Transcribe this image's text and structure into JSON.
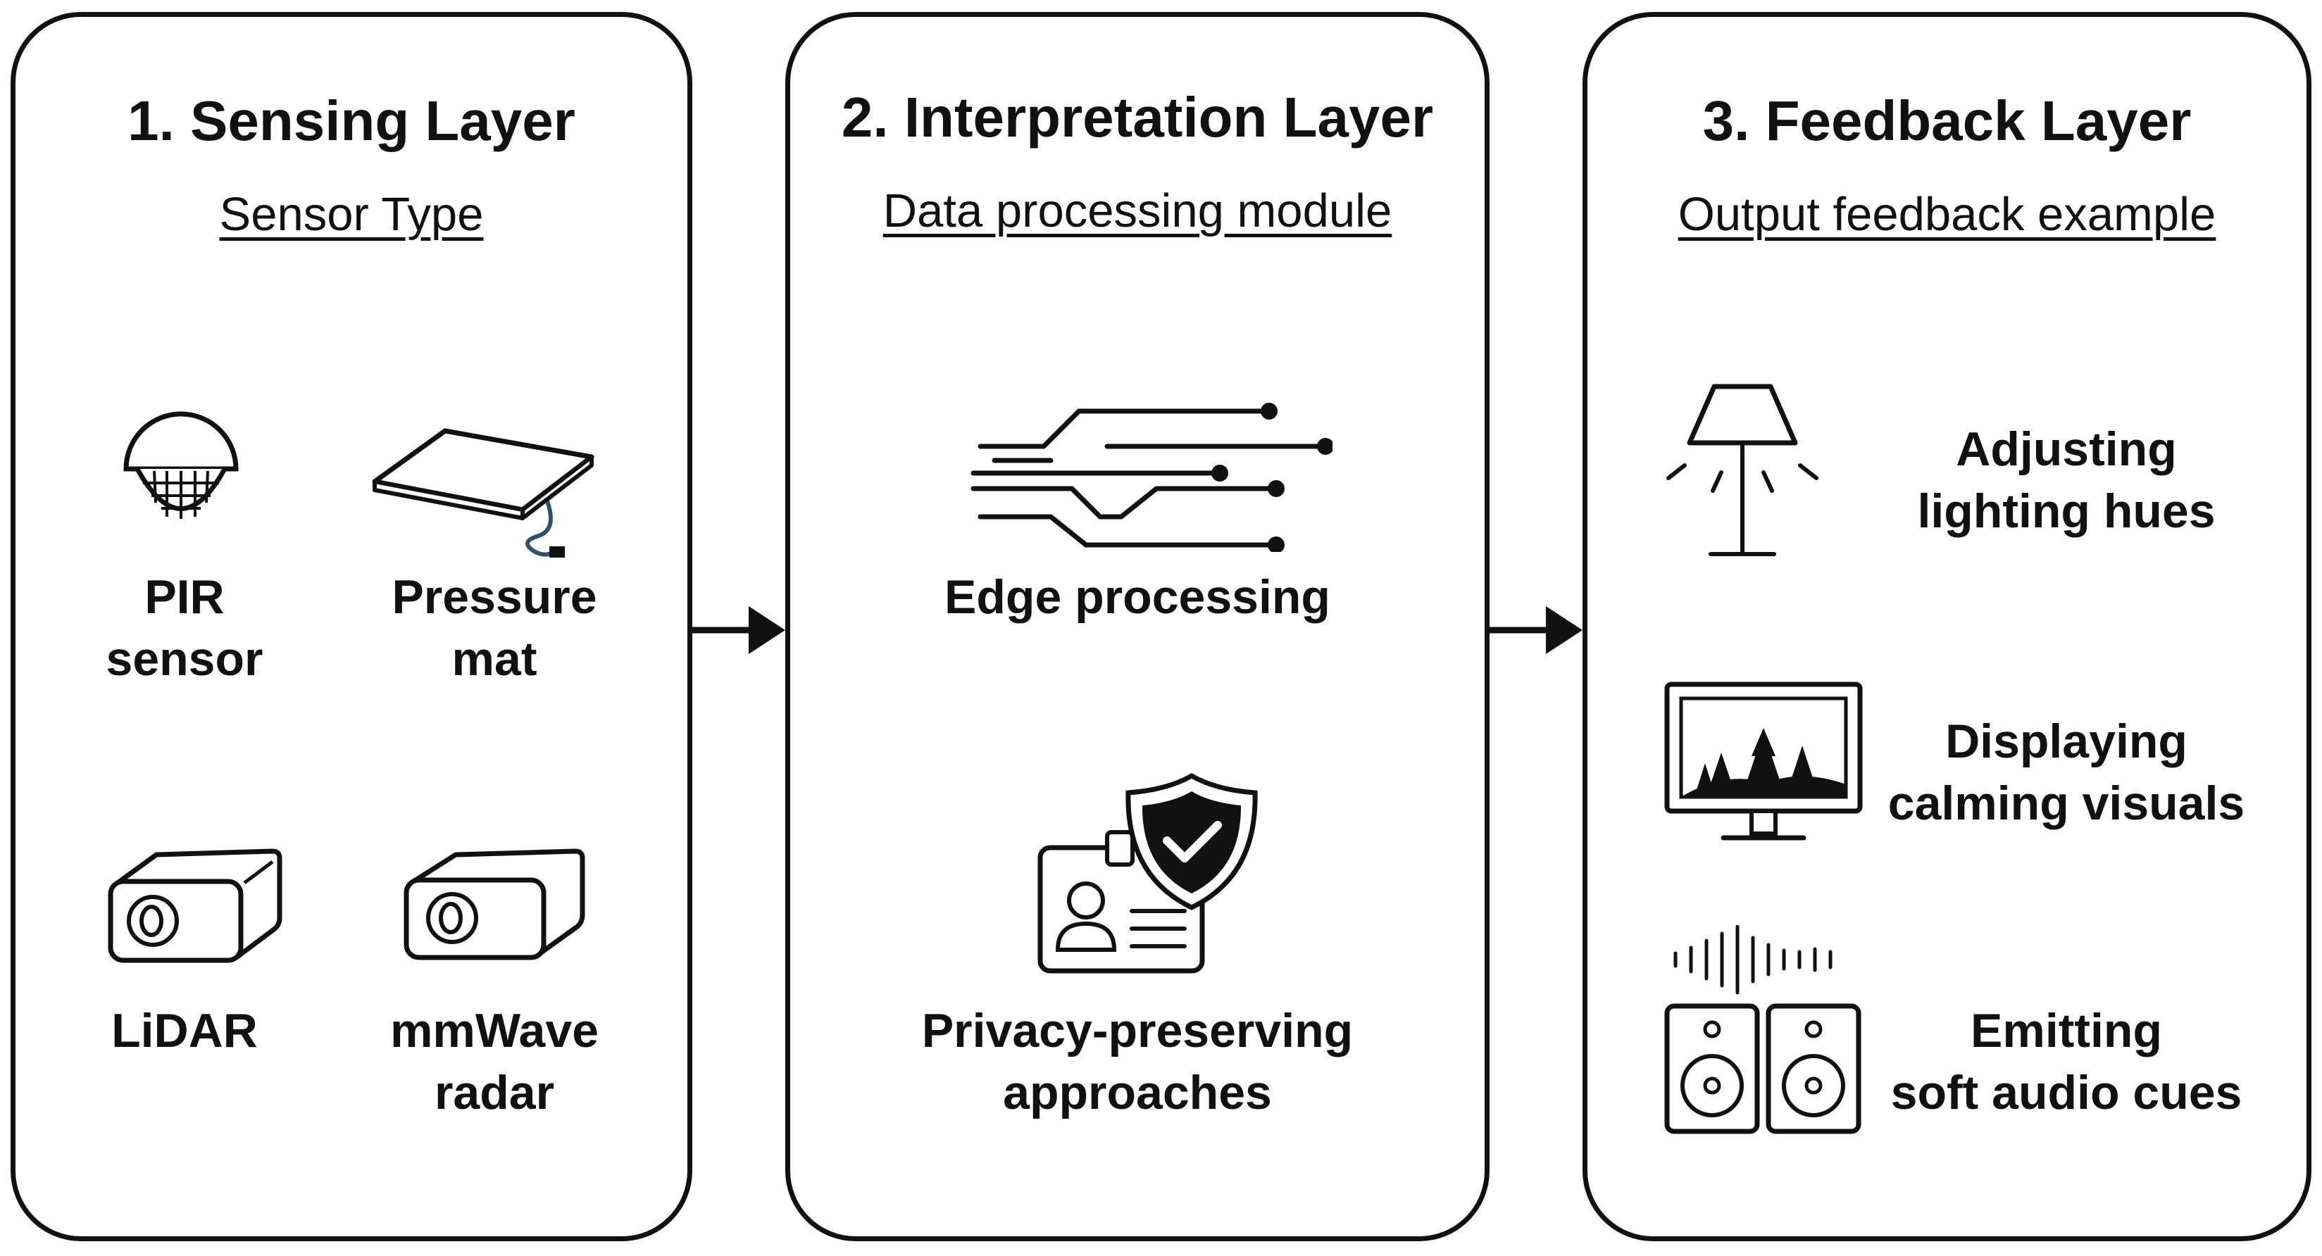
{
  "layers": [
    {
      "title": "1. Sensing Layer",
      "subtitle": "Sensor Type",
      "items": [
        {
          "label": "PIR\nsensor",
          "icon": "pir-sensor-icon"
        },
        {
          "label": "Pressure\nmat",
          "icon": "pressure-mat-icon"
        },
        {
          "label": "LiDAR",
          "icon": "lidar-icon"
        },
        {
          "label": "mmWave\nradar",
          "icon": "radar-icon"
        }
      ]
    },
    {
      "title": "2. Interpretation Layer",
      "subtitle": "Data processing module",
      "items": [
        {
          "label": "Edge processing",
          "icon": "circuit-icon"
        },
        {
          "label": "Privacy-preserving\napproaches",
          "icon": "id-shield-icon"
        }
      ]
    },
    {
      "title": "3. Feedback Layer",
      "subtitle": "Output feedback example",
      "items": [
        {
          "label": "Adjusting\nlighting hues",
          "icon": "lamp-icon"
        },
        {
          "label": "Displaying\ncalming visuals",
          "icon": "monitor-icon"
        },
        {
          "label": "Emitting\nsoft audio cues",
          "icon": "speakers-icon"
        }
      ]
    }
  ],
  "arrows": [
    {
      "from": "1. Sensing Layer",
      "to": "2. Interpretation Layer",
      "icon": "arrow-right-icon"
    },
    {
      "from": "2. Interpretation Layer",
      "to": "3. Feedback Layer",
      "icon": "arrow-right-icon"
    }
  ],
  "colors": {
    "stroke": "#111111",
    "background": "#ffffff",
    "cable": "#2f4f6f"
  }
}
